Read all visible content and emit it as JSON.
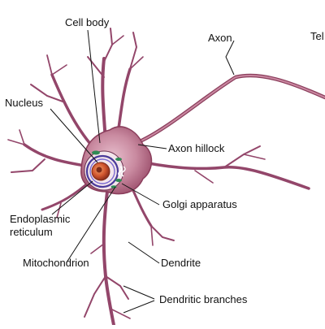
{
  "diagram": {
    "labels": {
      "cell_body": "Cell body",
      "axon": "Axon",
      "telodendria_partial": "Tel",
      "nucleus": "Nucleus",
      "axon_hillock": "Axon hillock",
      "golgi_apparatus": "Golgi apparatus",
      "endoplasmic_reticulum_line1": "Endoplasmic",
      "endoplasmic_reticulum_line2": "reticulum",
      "mitochondrion": "Mitochondrion",
      "dendrite": "Dendrite",
      "dendritic_branches": "Dendritic branches"
    },
    "colors": {
      "membrane": "#8a3d5b",
      "cytoplasm": "#b8708a",
      "cytoplasm_light": "#d9a3b6",
      "nucleus": "#c84a2c",
      "nucleus_ring": "#4a3a9a",
      "organelle_green": "#2f8a55",
      "leader_line": "#111111",
      "text": "#111111"
    }
  }
}
